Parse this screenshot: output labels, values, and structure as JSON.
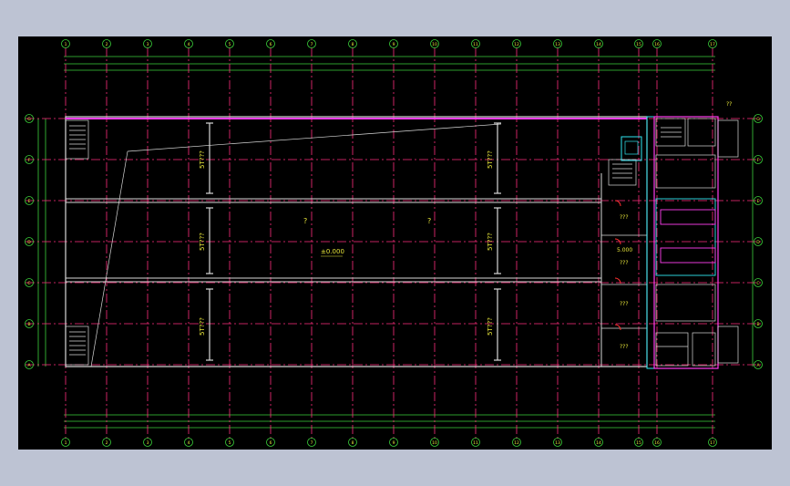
{
  "drawing": {
    "background": "#000000",
    "page_background": "#bdc3d3",
    "colors": {
      "axis_line": "#ff2e7d",
      "grid_bubble": "#3bd13b",
      "dimension": "#3bd13b",
      "wall": "#d8d8d8",
      "magenta_wall": "#ff3df0",
      "cyan": "#2fe6f0",
      "text": "#e8e63a",
      "door": "#ff3030"
    },
    "column_axes": [
      "1",
      "2",
      "3",
      "4",
      "5",
      "6",
      "7",
      "8",
      "9",
      "10",
      "11",
      "12",
      "13",
      "14",
      "15",
      "16",
      "17"
    ],
    "row_axes": [
      "G",
      "F",
      "E",
      "D",
      "C",
      "B",
      "A"
    ],
    "labels": {
      "col1": "5T???",
      "col2": "5T???",
      "col3": "5T???",
      "col4": "5T???",
      "col5": "5T???",
      "col6": "5T???",
      "q1": "?",
      "q2": "?",
      "elevation": "±0.000",
      "room1": "???",
      "room2": "5.000",
      "room3": "???",
      "room4": "???",
      "room5": "???",
      "corner_top": "??"
    }
  }
}
